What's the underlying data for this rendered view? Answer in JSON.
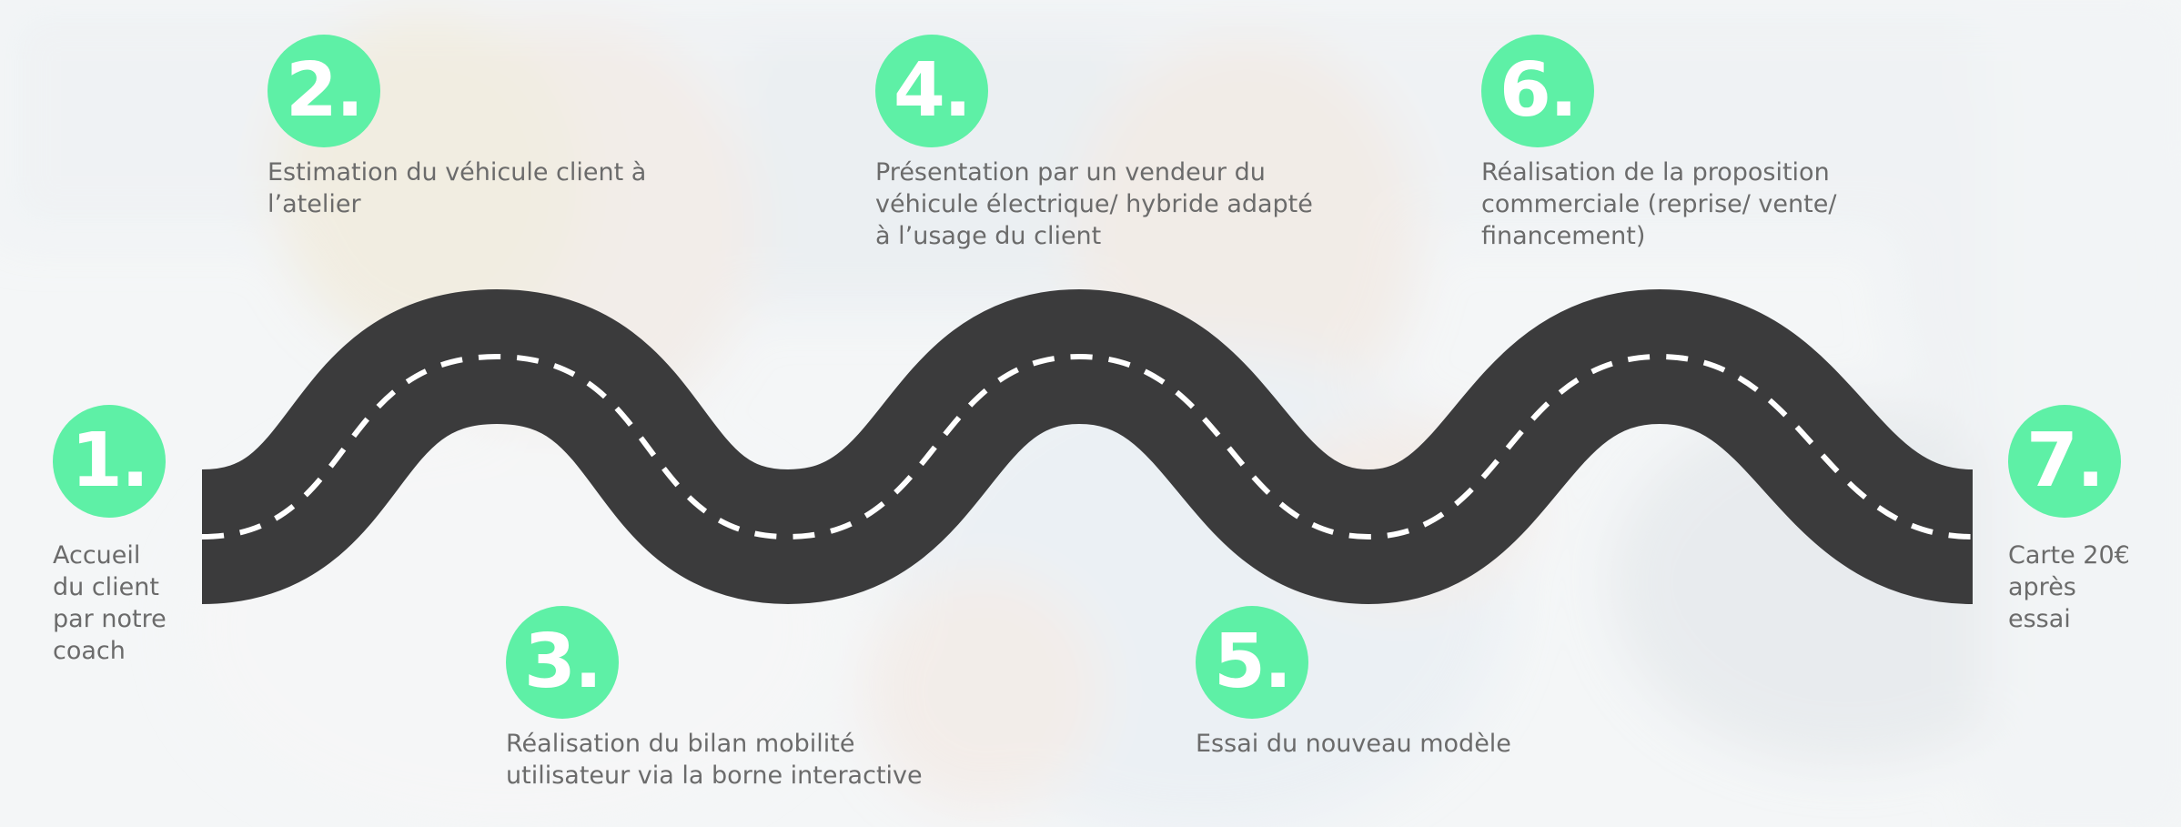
{
  "colors": {
    "accent": "#5ef0a6",
    "road": "#3b3b3c",
    "road_marking": "#ffffff",
    "text": "#6b6b6b"
  },
  "steps": [
    {
      "number": "1.",
      "text": "Accueil\ndu client\npar notre\ncoach"
    },
    {
      "number": "2.",
      "text": "Estimation du véhicule client à\nl’atelier"
    },
    {
      "number": "3.",
      "text": "Réalisation du bilan mobilité\nutilisateur via la borne interactive"
    },
    {
      "number": "4.",
      "text": "Présentation par un vendeur du\nvéhicule électrique/ hybride adapté\nà l’usage du client"
    },
    {
      "number": "5.",
      "text": "Essai du nouveau modèle"
    },
    {
      "number": "6.",
      "text": "Réalisation de la proposition\ncommerciale (reprise/ vente/\nfinancement)"
    },
    {
      "number": "7.",
      "text": "Carte 20€\naprès\nessai"
    }
  ]
}
